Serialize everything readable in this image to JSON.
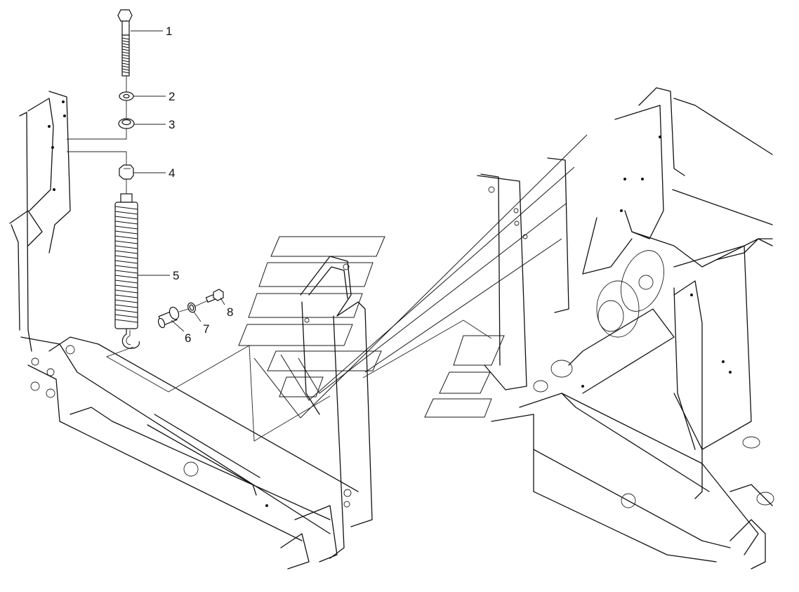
{
  "callouts": [
    {
      "id": "1",
      "label": "1",
      "part": "bolt"
    },
    {
      "id": "2",
      "label": "2",
      "part": "flat-washer"
    },
    {
      "id": "3",
      "label": "3",
      "part": "conical-washer"
    },
    {
      "id": "4",
      "label": "4",
      "part": "hex-nut"
    },
    {
      "id": "5",
      "label": "5",
      "part": "tension-spring"
    },
    {
      "id": "6",
      "label": "6",
      "part": "pin"
    },
    {
      "id": "7",
      "label": "7",
      "part": "o-ring"
    },
    {
      "id": "8",
      "label": "8",
      "part": "small-bolt"
    }
  ],
  "colors": {
    "line": "#111111",
    "background": "#ffffff"
  }
}
